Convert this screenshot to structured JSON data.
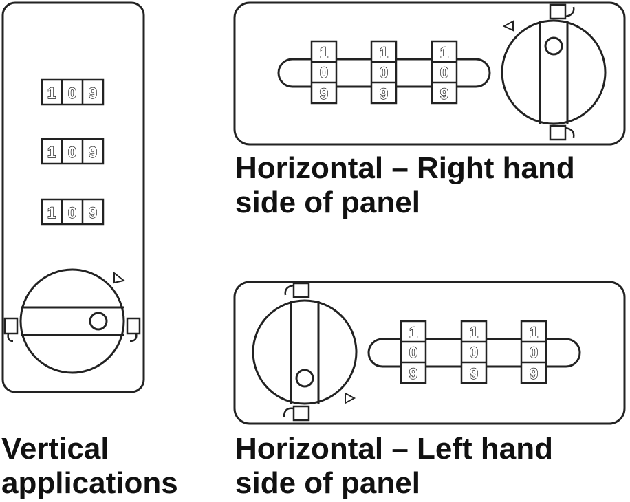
{
  "colors": {
    "stroke": "#222222",
    "background": "#ffffff"
  },
  "captions": {
    "vertical": {
      "line1": "Vertical",
      "line2": "applications"
    },
    "right_hand": {
      "line1": "Horizontal – Right hand",
      "line2": "side of panel"
    },
    "left_hand": {
      "line1": "Horizontal – Left hand",
      "line2": "side of panel"
    }
  },
  "code": {
    "top": "1",
    "middle": "0",
    "bottom": "9"
  },
  "icons": [
    "combination-wheel",
    "dial-knob",
    "hook-latch",
    "arrow-marker"
  ]
}
